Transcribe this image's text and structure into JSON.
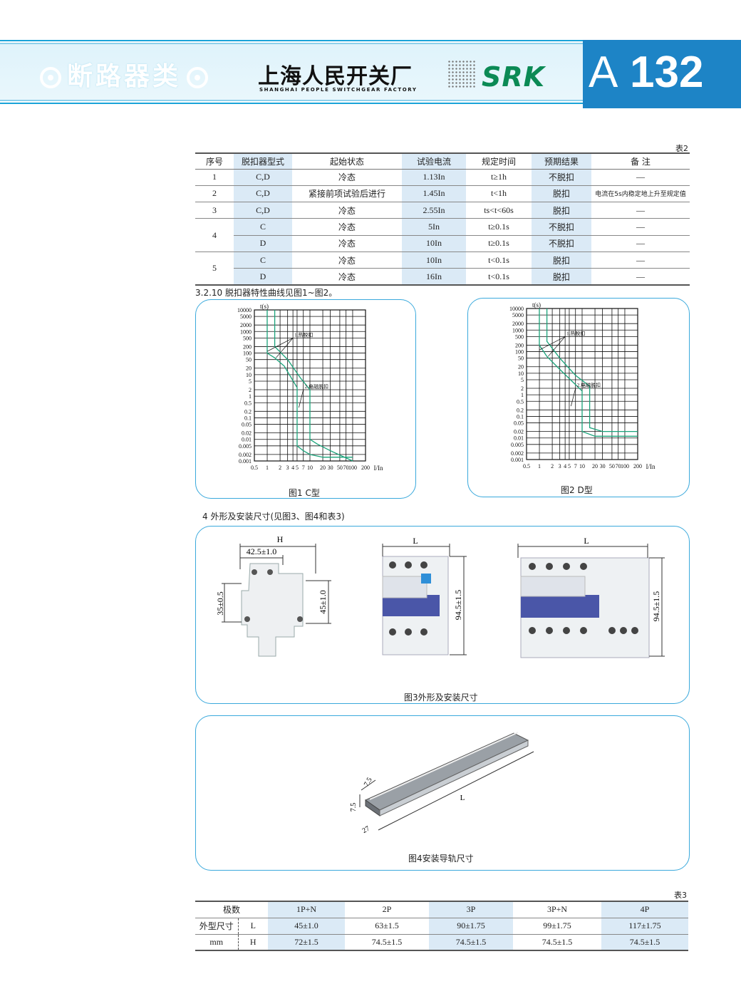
{
  "header": {
    "category": "断路器类",
    "factory_cn": "上海人民开关厂",
    "factory_en": "SHANGHAI PEOPLE SWITCHGEAR FACTORY",
    "brand": "SRK",
    "code_letter": "A",
    "code_number": "132",
    "colors": {
      "band": "#dff3fb",
      "code_box": "#1d84c6",
      "brand_green": "#0b8a55"
    }
  },
  "table2": {
    "caption": "表2",
    "headers": [
      "序号",
      "脱扣器型式",
      "起始状态",
      "试验电流",
      "规定时间",
      "预期结果",
      "备 注"
    ],
    "rows": [
      {
        "no": "1",
        "type": "C,D",
        "state": "冷态",
        "current": "1.13In",
        "time": "t≥1h",
        "result": "不脱扣",
        "note": "—"
      },
      {
        "no": "2",
        "type": "C,D",
        "state": "紧接前项试验后进行",
        "current": "1.45In",
        "time": "t<1h",
        "result": "脱扣",
        "note": "电流在5s内稳定地上升至规定值"
      },
      {
        "no": "3",
        "type": "C,D",
        "state": "冷态",
        "current": "2.55In",
        "time": "ts<t<60s",
        "result": "脱扣",
        "note": "—"
      },
      {
        "no": "4",
        "type": "C",
        "state": "冷态",
        "current": "5In",
        "time": "t≥0.1s",
        "result": "不脱扣",
        "note": "—"
      },
      {
        "no": "",
        "type": "D",
        "state": "冷态",
        "current": "10In",
        "time": "t≥0.1s",
        "result": "不脱扣",
        "note": "—"
      },
      {
        "no": "5",
        "type": "C",
        "state": "冷态",
        "current": "10In",
        "time": "t<0.1s",
        "result": "脱扣",
        "note": "—"
      },
      {
        "no": "",
        "type": "D",
        "state": "冷态",
        "current": "16In",
        "time": "t<0.1s",
        "result": "脱扣",
        "note": "—"
      }
    ]
  },
  "section_3_2_10": "3.2.10 脱扣器特性曲线见图1~图2。",
  "chart_data": [
    {
      "type": "line",
      "title": "图1 C型",
      "ylabel": "t(s)",
      "xlabel": "I/In",
      "x_ticks": [
        "0.5",
        "1",
        "2",
        "3",
        "4",
        "5",
        "7",
        "10",
        "20",
        "30",
        "50",
        "70",
        "100",
        "200"
      ],
      "y_ticks": [
        "10000",
        "5000",
        "2000",
        "1000",
        "500",
        "200",
        "100",
        "50",
        "20",
        "10",
        "5",
        "2",
        "1",
        "0.5",
        "0.2",
        "0.1",
        "0.05",
        "0.02",
        "0.01",
        "0.005",
        "0.002",
        "0.001"
      ],
      "xlim": [
        0.5,
        200
      ],
      "ylim": [
        0.001,
        10000
      ],
      "scale": "log-log",
      "annotations": [
        "1.热脱扣",
        "2.电磁脱扣"
      ],
      "series": [
        {
          "x": [
            1.0,
            1.0,
            1.5,
            2.5,
            5.0,
            5.0,
            7.0,
            10.0,
            20.0,
            100.0
          ],
          "y": [
            10000,
            100,
            60,
            25,
            2.5,
            0.005,
            0.003,
            0.002,
            0.0015,
            0.0015
          ]
        },
        {
          "x": [
            1.5,
            1.5,
            3.0,
            6.0,
            10.0,
            10.0,
            15.0,
            30.0,
            100.0
          ],
          "y": [
            10000,
            200,
            50,
            7,
            2,
            0.01,
            0.006,
            0.003,
            0.001
          ]
        }
      ]
    },
    {
      "type": "line",
      "title": "图2 D型",
      "ylabel": "t(s)",
      "xlabel": "I/In",
      "x_ticks": [
        "0.5",
        "1",
        "2",
        "3",
        "4",
        "5",
        "7",
        "10",
        "20",
        "30",
        "50",
        "70",
        "100",
        "200"
      ],
      "y_ticks": [
        "10000",
        "5000",
        "2000",
        "1000",
        "500",
        "200",
        "100",
        "50",
        "20",
        "10",
        "5",
        "2",
        "1",
        "0.5",
        "0.2",
        "0.1",
        "0.05",
        "0.02",
        "0.01",
        "0.005",
        "0.002",
        "0.001"
      ],
      "xlim": [
        0.5,
        200
      ],
      "ylim": [
        0.001,
        10000
      ],
      "scale": "log-log",
      "annotations": [
        "1.热脱扣",
        "2.电磁脱扣"
      ],
      "series": [
        {
          "x": [
            1.0,
            1.0,
            1.5,
            3.0,
            10.0,
            10.0,
            20.0,
            70.0,
            200.0
          ],
          "y": [
            10000,
            200,
            60,
            15,
            1.5,
            0.02,
            0.012,
            0.012,
            0.012
          ]
        },
        {
          "x": [
            1.5,
            1.5,
            3.0,
            7.0,
            15.0,
            15.0,
            30.0,
            200.0
          ],
          "y": [
            10000,
            300,
            50,
            8,
            2.5,
            0.03,
            0.02,
            0.02
          ]
        }
      ]
    }
  ],
  "section_4": "4 外形及安装尺寸(见图3、图4和表3)",
  "fig3": {
    "caption": "图3外形及安装尺寸",
    "dims": {
      "h_label": "H",
      "w_label": "42.5±1.0",
      "left_v": "35±0.5",
      "right_v": "45±1.0",
      "l_label": "L",
      "height": "94.5±1.5"
    }
  },
  "fig4": {
    "caption": "图4安装导轨尺寸",
    "dims": {
      "a": "7.5",
      "b": "7.5",
      "c": "27",
      "l": "L"
    }
  },
  "table3": {
    "caption": "表3",
    "header_label": "极数",
    "columns": [
      "1P+N",
      "2P",
      "3P",
      "3P+N",
      "4P"
    ],
    "row_l_label1": "外型尺寸",
    "row_l_label2": "L",
    "row_l": [
      "45±1.0",
      "63±1.5",
      "90±1.75",
      "99±1.75",
      "117±1.75"
    ],
    "row_h_label1": "mm",
    "row_h_label2": "H",
    "row_h": [
      "72±1.5",
      "74.5±1.5",
      "74.5±1.5",
      "74.5±1.5",
      "74.5±1.5"
    ]
  }
}
